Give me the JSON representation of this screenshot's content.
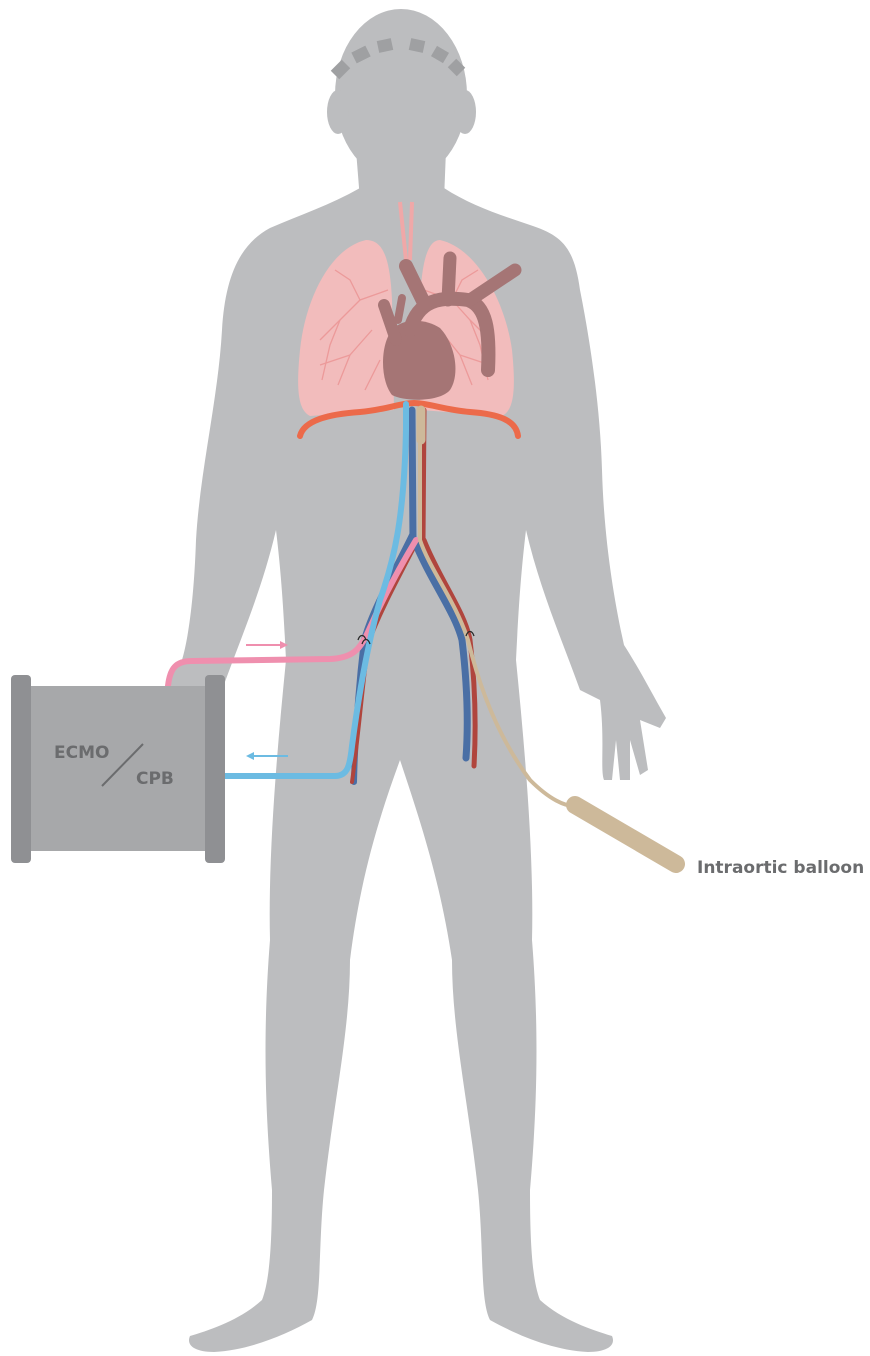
{
  "machine": {
    "top_label": "ECMO",
    "bottom_label": "CPB"
  },
  "labels": {
    "intraortic_balloon": "Intraortic balloon"
  },
  "colors": {
    "body": "#bcbdbf",
    "machine": "#a7a8aa",
    "machine_end_caps": "#8f9093",
    "lungs": "#f2bcbc",
    "lung_vessels": "#ec9a9a",
    "heart": "#a57575",
    "diaphragm": "#ec6a4a",
    "arterial_line_pink": "#ef8fae",
    "venous_line_blue": "#6cbbe2",
    "vein_dark_blue": "#4a6fa5",
    "artery_red": "#b0453d",
    "balloon_catheter": "#cdb99a",
    "label_text": "#6b6c6e",
    "brain_dashes": "#9fa0a2"
  }
}
